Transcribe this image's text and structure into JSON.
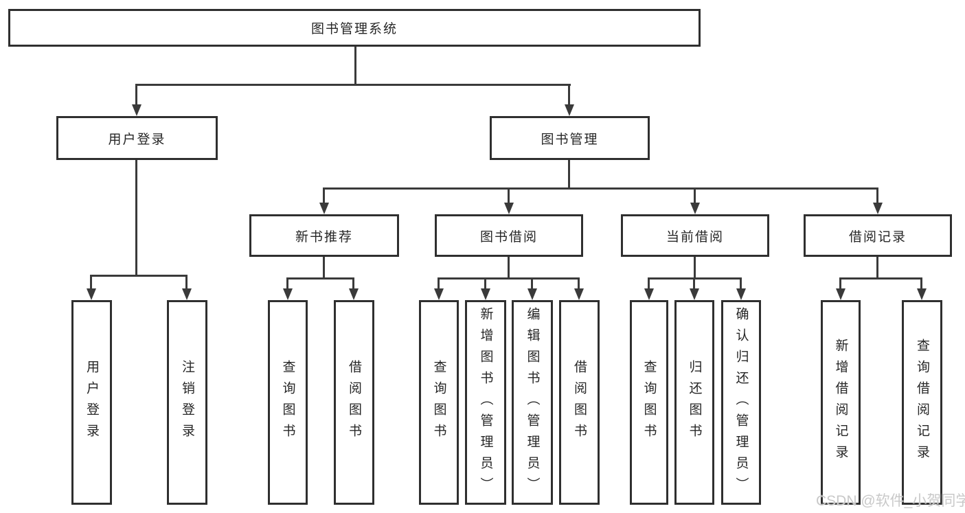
{
  "diagram": {
    "root": {
      "label": "图书管理系统"
    },
    "branches": [
      {
        "label": "用户登录",
        "children": [
          {
            "label": "用户登录"
          },
          {
            "label": "注销登录"
          }
        ]
      },
      {
        "label": "图书管理",
        "children": [
          {
            "label": "新书推荐",
            "children": [
              {
                "label": "查询图书"
              },
              {
                "label": "借阅图书"
              }
            ]
          },
          {
            "label": "图书借阅",
            "children": [
              {
                "label": "查询图书"
              },
              {
                "label": "新增图书（管理员）"
              },
              {
                "label": "编辑图书（管理员）"
              },
              {
                "label": "借阅图书"
              }
            ]
          },
          {
            "label": "当前借阅",
            "children": [
              {
                "label": "查询图书"
              },
              {
                "label": "归还图书"
              },
              {
                "label": "确认归还（管理员）"
              }
            ]
          },
          {
            "label": "借阅记录",
            "children": [
              {
                "label": "新增借阅记录"
              },
              {
                "label": "查询借阅记录"
              }
            ]
          }
        ]
      }
    ]
  },
  "watermark": {
    "text": "CSDN @软件_小贺同学"
  },
  "colors": {
    "line": "#3a3a3a",
    "border": "#2f2f2f",
    "text": "#262626",
    "watermark": "#c9c9c9",
    "background": "#ffffff"
  }
}
